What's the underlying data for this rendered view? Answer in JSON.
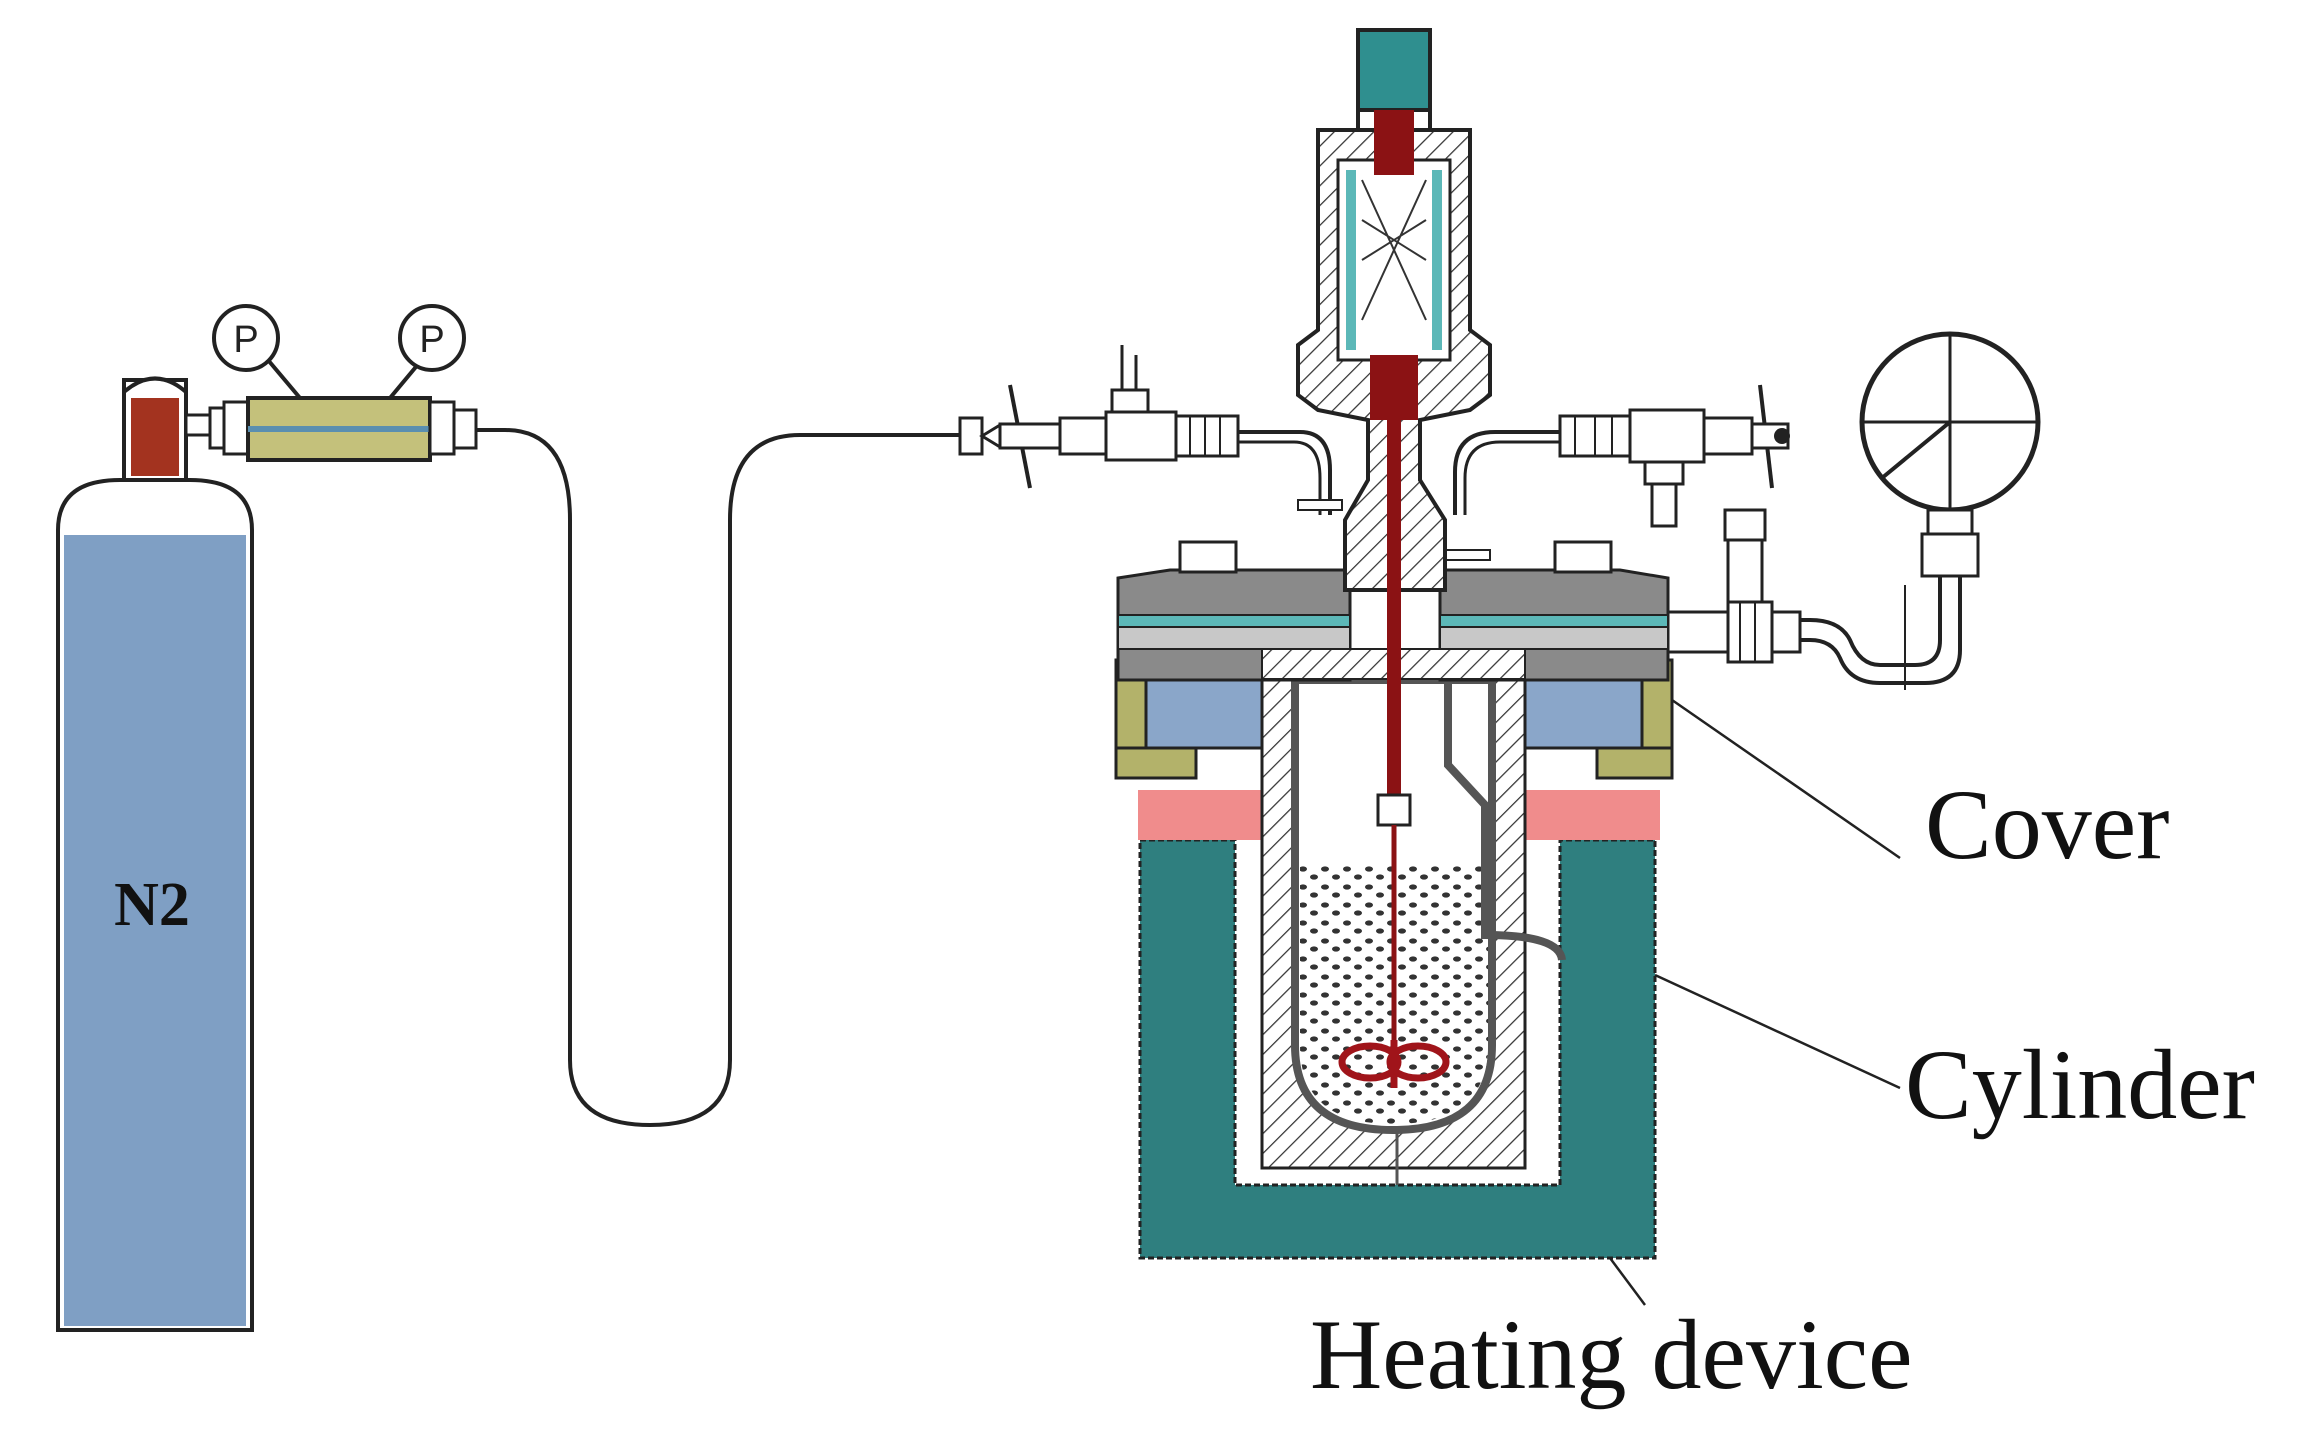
{
  "labels": {
    "gas": "N2",
    "gauge_left": "P",
    "gauge_right": "P",
    "cover": "Cover",
    "cylinder": "Cylinder",
    "heating": "Heating device"
  },
  "colors": {
    "gas_cylinder": "#7f9fc4",
    "cylinder_valve": "#a3331f",
    "regulator": "#c4c17b",
    "heater": "#2f7f7f",
    "insulation": "#f08c8c",
    "bracket": "#b3b26a",
    "coolant": "#8aa6c9",
    "shaft": "#8b1214",
    "seal": "#5cb8b8"
  },
  "icons": {
    "gauge": "pressure-gauge-icon",
    "valve": "needle-valve-icon",
    "impeller": "stirrer-impeller-icon"
  }
}
